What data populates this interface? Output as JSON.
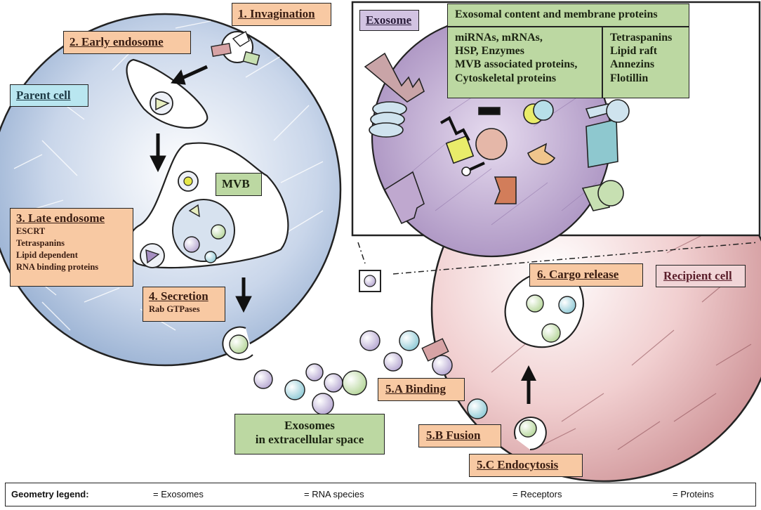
{
  "labels": {
    "invagination": "1. Invagination",
    "early_endosome": "2. Early endosome",
    "parent_cell": "Parent cell",
    "mvb": "MVB",
    "late_endosome": {
      "title": "3. Late endosome",
      "items": [
        "ESCRT",
        "Tetraspanins",
        "Lipid dependent",
        "RNA binding proteins"
      ]
    },
    "secretion": {
      "title": "4. Secretion",
      "sub": "Rab GTPases"
    },
    "exosome": "Exosome",
    "exosomal_content_header": "Exosomal content and membrane proteins",
    "content_left": [
      "miRNAs, mRNAs,",
      "HSP, Enzymes",
      "MVB associated proteins,",
      "Cytoskeletal proteins"
    ],
    "content_right": [
      "Tetraspanins",
      "Lipid raft",
      "Annezins",
      "Flotillin"
    ],
    "cargo_release": "6. Cargo release",
    "recipient_cell": "Recipient cell",
    "binding": "5.A Binding",
    "fusion": "5.B Fusion",
    "endocytosis": "5.C Endocytosis",
    "extracellular": [
      "Exosomes",
      "in extracellular space"
    ]
  },
  "legend": {
    "title": "Geometry legend:",
    "exosomes": "= Exosomes",
    "rna": "= RNA species",
    "receptors": "= Receptors",
    "proteins": "= Proteins"
  },
  "colors": {
    "parent_cell": "#9fb6d6",
    "recipient_cell": "#e9b7b9",
    "exosome_body": "#c7b2d6",
    "label_orange": "#f8c9a3",
    "label_green": "#bcd8a2",
    "vesicle_purple": "#c9bfdc",
    "vesicle_green": "#c7e0b2",
    "vesicle_blue": "#a6d6df"
  }
}
